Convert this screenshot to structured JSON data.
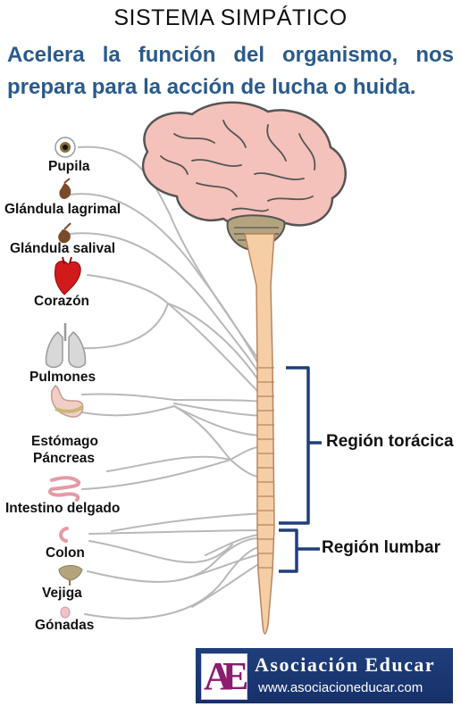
{
  "title": "SISTEMA SIMPÁTICO",
  "subtitle": "Acelera la función del organismo, nos prepara para la acción de lucha o huida.",
  "organs": {
    "pupila": "Pupila",
    "glandula_lagrimal": "Glándula lagrimal",
    "glandula_salival": "Glándula salival",
    "corazon": "Corazón",
    "pulmones": "Pulmones",
    "estomago": "Estómago",
    "pancreas": "Páncreas",
    "intestino": "Intestino delgado",
    "colon": "Colon",
    "vejiga": "Vejiga",
    "gonadas": "Gónadas"
  },
  "regions": {
    "toracica": "Región torácica",
    "lumbar": "Región lumbar"
  },
  "logo": {
    "letters_a": "A",
    "letters_e": "E",
    "name": "Asociación Educar",
    "url": "www.asociacioneducar.com"
  },
  "colors": {
    "subtitle": "#2a5a8c",
    "bracket": "#1f3f7a",
    "brain": "#f4c2bb",
    "spinal_cord": "#f5cea6",
    "nerves": "#b8b8b8"
  }
}
